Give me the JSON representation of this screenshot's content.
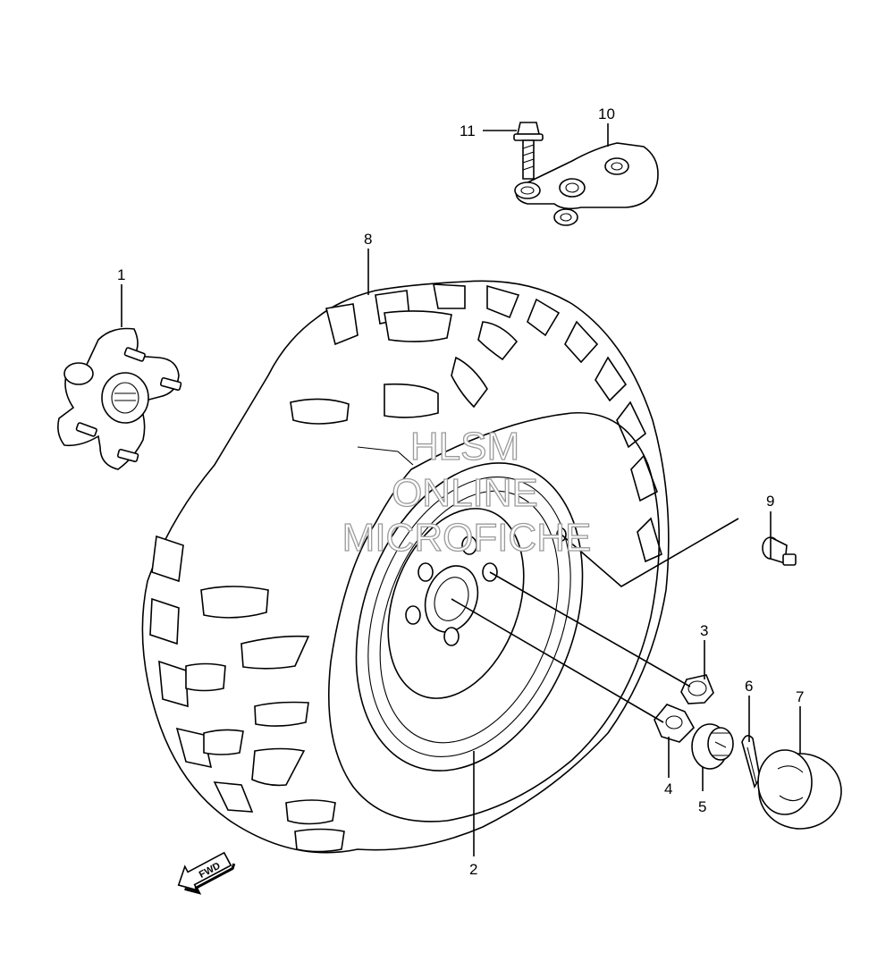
{
  "diagram": {
    "callouts": {
      "p1": "1",
      "p2": "2",
      "p3": "3",
      "p4": "4",
      "p5": "5",
      "p6": "6",
      "p7": "7",
      "p8": "8",
      "p9": "9",
      "p10": "10",
      "p11": "11"
    },
    "direction_label": "FWD",
    "watermark": {
      "line1": "HLSM",
      "line2": "ONLINE",
      "line3": "MICROFICHE"
    }
  }
}
